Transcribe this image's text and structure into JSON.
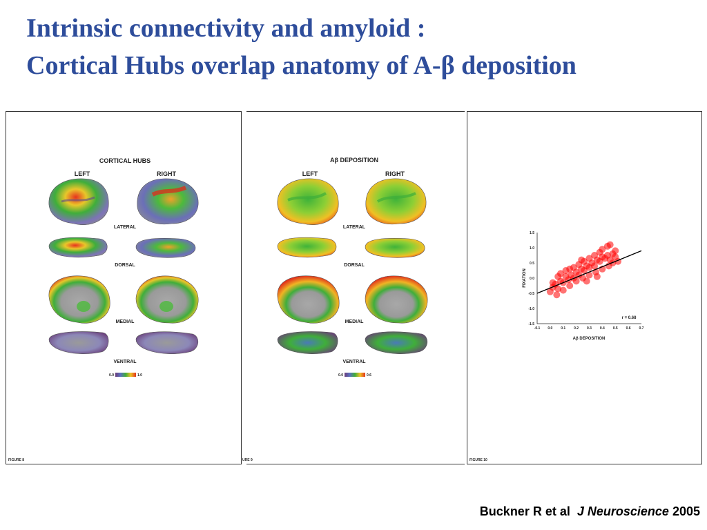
{
  "slide": {
    "title_line1": "Intrinsic connectivity and amyloid :",
    "title_line2": "Cortical Hubs overlap anatomy of A-β deposition"
  },
  "panels": [
    {
      "caption": "CORTICAL HUBS",
      "left_label": "LEFT",
      "right_label": "RIGHT",
      "views": [
        "LATERAL",
        "DORSAL",
        "MEDIAL",
        "VENTRAL"
      ],
      "colorbar_min": "0.0",
      "colorbar_max": "1.0",
      "figure_label": "FIGURE 8"
    },
    {
      "caption": "Aβ DEPOSITION",
      "left_label": "LEFT",
      "right_label": "RIGHT",
      "views": [
        "LATERAL",
        "DORSAL",
        "MEDIAL",
        "VENTRAL"
      ],
      "colorbar_min": "0.0",
      "colorbar_max": "0.6",
      "figure_label": "URE 9"
    },
    {
      "figure_label": "FIGURE 10"
    }
  ],
  "chart_data": {
    "type": "scatter",
    "title": "",
    "xlabel": "Aβ DEPOSITION",
    "ylabel": "FIXATION",
    "xlim": [
      -0.1,
      0.7
    ],
    "ylim": [
      -1.5,
      1.5
    ],
    "x_ticks": [
      "-0.1",
      "0.0",
      "0.1",
      "0.2",
      "0.3",
      "0.4",
      "0.5",
      "0.6",
      "0.7"
    ],
    "y_ticks": [
      "1.5",
      "1.0",
      "0.5",
      "0.0",
      "-0.5",
      "-1.0",
      "-1.5"
    ],
    "point_color": "#ff0000",
    "fit_line": {
      "x": [
        -0.1,
        0.7
      ],
      "y": [
        -0.5,
        0.9
      ],
      "color": "#000000"
    },
    "annotation": "r = 0.68",
    "points": [
      [
        0.0,
        -0.45
      ],
      [
        0.02,
        -0.3
      ],
      [
        0.04,
        -0.2
      ],
      [
        0.06,
        -0.35
      ],
      [
        0.08,
        -0.1
      ],
      [
        0.1,
        -0.15
      ],
      [
        0.12,
        0.05
      ],
      [
        0.14,
        -0.05
      ],
      [
        0.16,
        0.1
      ],
      [
        0.18,
        0.0
      ],
      [
        0.2,
        0.2
      ],
      [
        0.22,
        0.1
      ],
      [
        0.24,
        0.3
      ],
      [
        0.26,
        0.25
      ],
      [
        0.28,
        0.4
      ],
      [
        0.3,
        0.35
      ],
      [
        0.32,
        0.5
      ],
      [
        0.34,
        0.4
      ],
      [
        0.36,
        0.6
      ],
      [
        0.38,
        0.55
      ],
      [
        0.4,
        0.7
      ],
      [
        0.42,
        0.65
      ],
      [
        0.44,
        0.75
      ],
      [
        0.46,
        0.6
      ],
      [
        0.48,
        0.8
      ],
      [
        0.5,
        0.7
      ],
      [
        0.52,
        0.55
      ],
      [
        0.05,
        -0.55
      ],
      [
        0.1,
        -0.4
      ],
      [
        0.15,
        -0.25
      ],
      [
        0.2,
        -0.1
      ],
      [
        0.25,
        0.0
      ],
      [
        0.3,
        0.1
      ],
      [
        0.35,
        0.2
      ],
      [
        0.4,
        0.3
      ],
      [
        0.45,
        0.4
      ],
      [
        0.08,
        0.15
      ],
      [
        0.15,
        0.3
      ],
      [
        0.22,
        0.45
      ],
      [
        0.3,
        0.65
      ],
      [
        0.38,
        0.85
      ],
      [
        0.44,
        1.05
      ],
      [
        0.4,
        0.95
      ],
      [
        0.34,
        0.75
      ],
      [
        0.26,
        0.55
      ],
      [
        0.18,
        0.35
      ],
      [
        0.12,
        0.25
      ],
      [
        0.06,
        0.05
      ],
      [
        0.02,
        -0.15
      ],
      [
        0.48,
        0.5
      ],
      [
        0.5,
        0.9
      ],
      [
        0.46,
        1.1
      ],
      [
        0.36,
        0.05
      ],
      [
        0.28,
        -0.1
      ],
      [
        0.24,
        0.6
      ]
    ]
  },
  "citation": {
    "authors": "Buckner R et al",
    "journal": "J Neuroscience",
    "year": "2005"
  }
}
